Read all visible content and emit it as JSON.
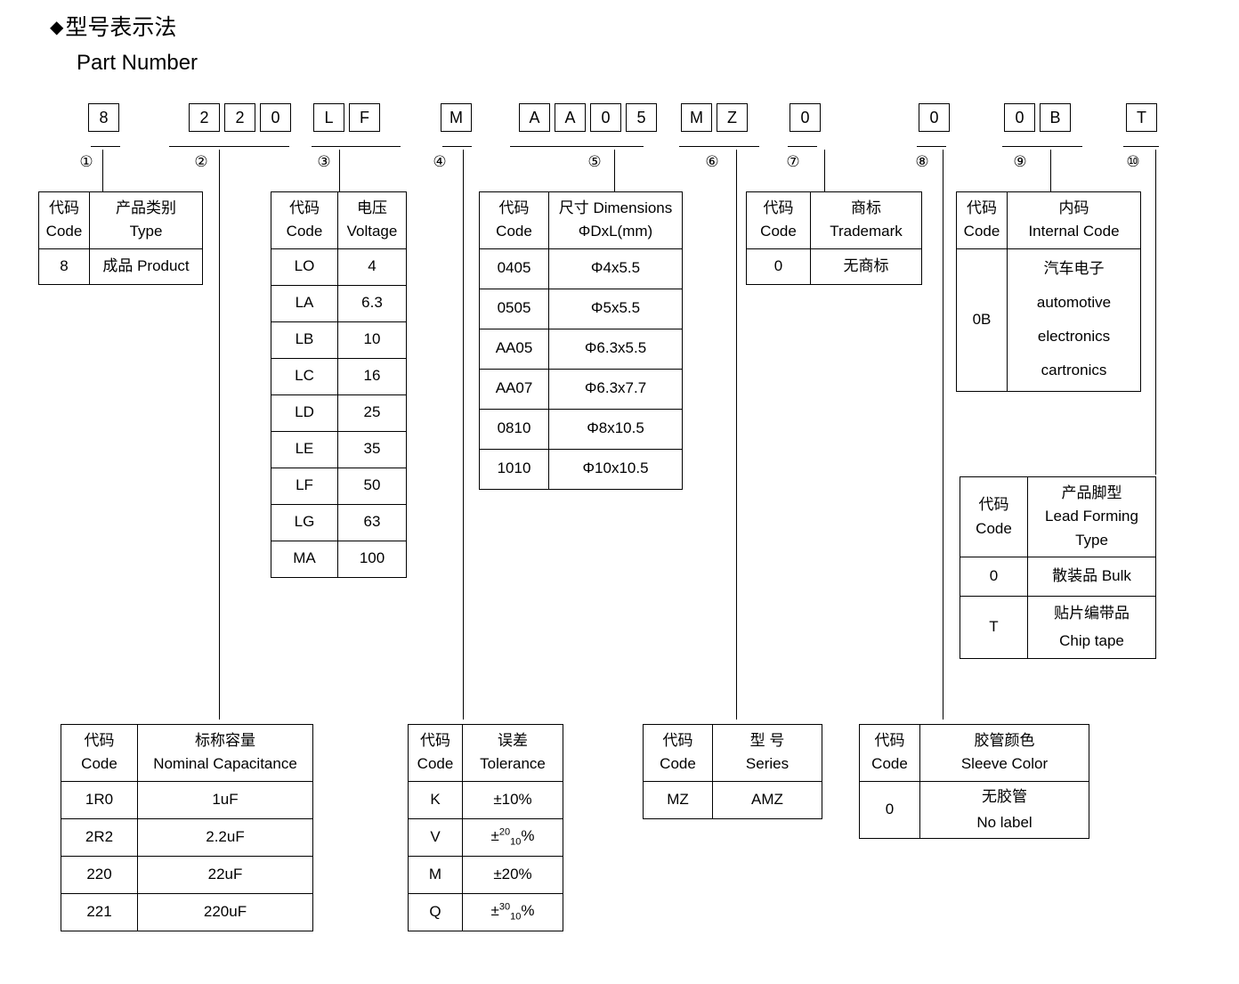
{
  "heading": {
    "diamond": "◆",
    "title_cn": "型号表示法",
    "title_en": "Part Number"
  },
  "part_number": {
    "groups": [
      {
        "marker": "①",
        "chars": [
          "8"
        ]
      },
      {
        "marker": "②",
        "chars": [
          "2",
          "2",
          "0"
        ]
      },
      {
        "marker": "③",
        "chars": [
          "L",
          "F"
        ]
      },
      {
        "marker": "④",
        "chars": [
          "M"
        ]
      },
      {
        "marker": "⑤",
        "chars": [
          "A",
          "A",
          "0",
          "5"
        ]
      },
      {
        "marker": "⑥",
        "chars": [
          "M",
          "Z"
        ]
      },
      {
        "marker": "⑦",
        "chars": [
          "0"
        ]
      },
      {
        "marker": "⑧",
        "chars": [
          "0"
        ]
      },
      {
        "marker": "⑨",
        "chars": [
          "0",
          "B"
        ]
      },
      {
        "marker": "⑩",
        "chars": [
          "T"
        ]
      }
    ]
  },
  "labels": {
    "code_cn": "代码",
    "code_en": "Code"
  },
  "tables": {
    "type": {
      "header_cn": "产品类别",
      "header_en": "Type",
      "rows": [
        {
          "code": "8",
          "value": "成品 Product"
        }
      ]
    },
    "voltage": {
      "header_cn": "电压",
      "header_en": "Voltage",
      "rows": [
        {
          "code": "LO",
          "value": "4"
        },
        {
          "code": "LA",
          "value": "6.3"
        },
        {
          "code": "LB",
          "value": "10"
        },
        {
          "code": "LC",
          "value": "16"
        },
        {
          "code": "LD",
          "value": "25"
        },
        {
          "code": "LE",
          "value": "35"
        },
        {
          "code": "LF",
          "value": "50"
        },
        {
          "code": "LG",
          "value": "63"
        },
        {
          "code": "MA",
          "value": "100"
        }
      ]
    },
    "dimensions": {
      "header_cn": "尺寸 Dimensions",
      "header_en": "ΦDxL(mm)",
      "rows": [
        {
          "code": "0405",
          "value": "Φ4x5.5"
        },
        {
          "code": "0505",
          "value": "Φ5x5.5"
        },
        {
          "code": "AA05",
          "value": "Φ6.3x5.5"
        },
        {
          "code": "AA07",
          "value": "Φ6.3x7.7"
        },
        {
          "code": "0810",
          "value": "Φ8x10.5"
        },
        {
          "code": "1010",
          "value": "Φ10x10.5"
        }
      ]
    },
    "trademark": {
      "header_cn": "商标",
      "header_en": "Trademark",
      "rows": [
        {
          "code": "0",
          "value": "无商标"
        }
      ]
    },
    "internal_code": {
      "header_cn": "内码",
      "header_en": "Internal Code",
      "rows": [
        {
          "code": "0B",
          "line1": "汽车电子",
          "line2": "automotive",
          "line3": "electronics",
          "line4": "cartronics"
        }
      ]
    },
    "lead_forming": {
      "header_cn": "产品脚型",
      "header_en1": "Lead Forming",
      "header_en2": "Type",
      "rows": [
        {
          "code": "0",
          "value": "散装品 Bulk",
          "value2": ""
        },
        {
          "code": "T",
          "value": "贴片编带品",
          "value2": "Chip tape"
        }
      ]
    },
    "capacitance": {
      "header_cn": "标称容量",
      "header_en": "Nominal Capacitance",
      "rows": [
        {
          "code": "1R0",
          "value": "1uF"
        },
        {
          "code": "2R2",
          "value": "2.2uF"
        },
        {
          "code": "220",
          "value": "22uF"
        },
        {
          "code": "221",
          "value": "220uF"
        }
      ]
    },
    "tolerance": {
      "header_cn": "误差",
      "header_en": "Tolerance",
      "rows": [
        {
          "code": "K",
          "value": "±10%",
          "sup": "",
          "sub": "",
          "suffix": ""
        },
        {
          "code": "V",
          "value": "±",
          "sup": "20",
          "sub": "10",
          "suffix": "%"
        },
        {
          "code": "M",
          "value": "±20%",
          "sup": "",
          "sub": "",
          "suffix": ""
        },
        {
          "code": "Q",
          "value": "±",
          "sup": "30",
          "sub": "10",
          "suffix": "%"
        }
      ]
    },
    "series": {
      "header_cn": "型 号",
      "header_en": "Series",
      "rows": [
        {
          "code": "MZ",
          "value": "AMZ"
        }
      ]
    },
    "sleeve_color": {
      "header_cn": "胶管颜色",
      "header_en": "Sleeve Color",
      "rows": [
        {
          "code": "0",
          "line1": "无胶管",
          "line2": "No label"
        }
      ]
    }
  }
}
